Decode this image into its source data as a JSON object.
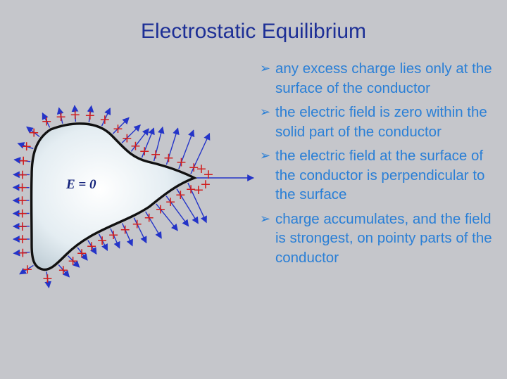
{
  "slide": {
    "title": "Electrostatic Equilibrium",
    "bullets": [
      "any excess charge lies only at the surface of the conductor",
      "the electric field is zero within the solid part of the conductor",
      "the electric field at the surface of the conductor is perpendicular to the surface",
      "charge accumulates, and the field is strongest, on pointy parts of the conductor"
    ]
  },
  "diagram": {
    "interior_label": "E = 0",
    "charge_symbol": "+",
    "icon": "arrow-bullet-icon"
  },
  "colors": {
    "background": "#c5c6cb",
    "title": "#1d2f96",
    "bullet_text": "#2a7fd6",
    "field_arrow": "#2434c8",
    "charge": "#d01e1e",
    "conductor_fill": "#eef4f7",
    "conductor_outline": "#111111"
  }
}
